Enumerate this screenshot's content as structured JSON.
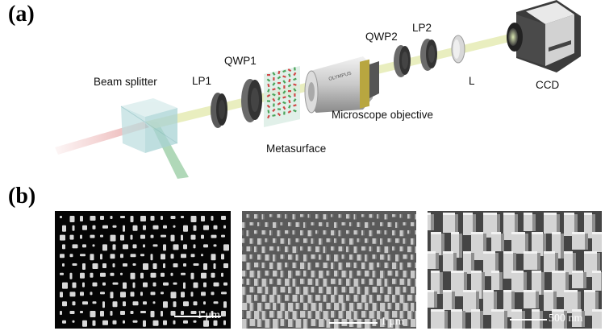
{
  "panels": {
    "a": "(a)",
    "b": "(b)"
  },
  "components": {
    "beam_splitter": "Beam splitter",
    "lp1": "LP1",
    "qwp1": "QWP1",
    "metasurface": "Metasurface",
    "objective": "Microscope objective",
    "qwp2": "QWP2",
    "lp2": "LP2",
    "lens": "L",
    "ccd": "CCD"
  },
  "sem_images": [
    {
      "scale": "1 μm"
    },
    {
      "scale": "1 μm"
    },
    {
      "scale": "500 nm"
    }
  ],
  "colors": {
    "incident_beam": "#e8a6a6",
    "green_beam": "#8fc79a",
    "transmitted_beam": "#e7ecb8"
  }
}
